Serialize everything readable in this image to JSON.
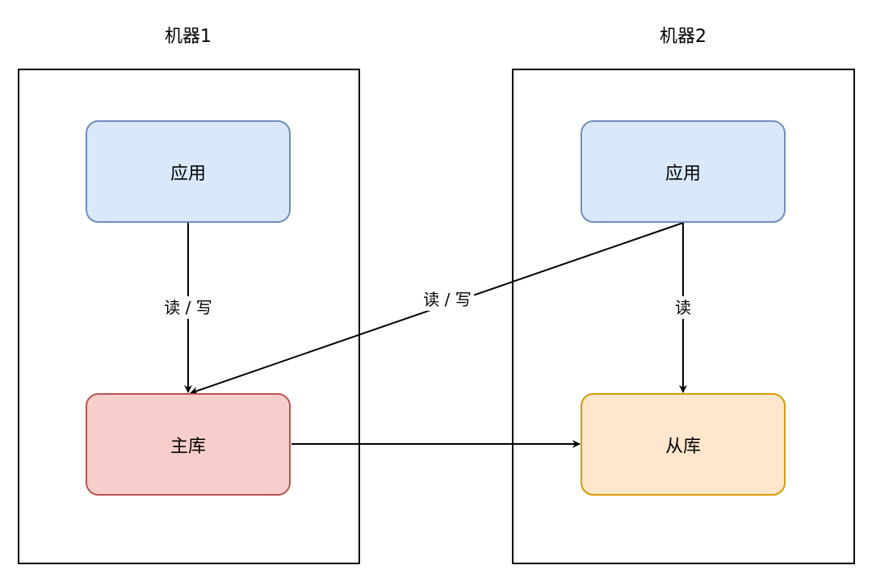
{
  "machines": [
    {
      "title": "机器1"
    },
    {
      "title": "机器2"
    }
  ],
  "nodes": {
    "app_1": "应用",
    "master_db": "主库",
    "app_2": "应用",
    "slave_db": "从库"
  },
  "edges": {
    "app1_to_master": "读 / 写",
    "app2_to_master": "读 / 写",
    "app2_to_slave": "读",
    "master_to_slave": ""
  },
  "colors": {
    "app_fill": "#dae8fc",
    "app_border": "#6c8ebf",
    "master_fill": "#f8cecc",
    "master_border": "#b85450",
    "slave_fill": "#ffe6cc",
    "slave_border": "#d79b00",
    "line": "#000000"
  }
}
